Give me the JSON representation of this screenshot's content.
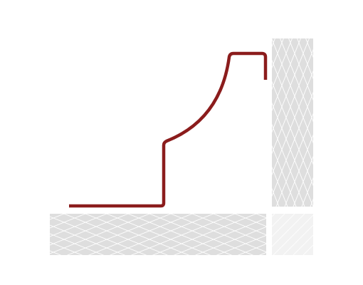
{
  "diagram": {
    "description_text": "",
    "colors": {
      "profile_stroke": "#8b1c1c",
      "hatch_fill": "#dedede",
      "hatch_fill_light": "#f2f2f2",
      "hatch_line": "#ffffff",
      "background": "#ffffff"
    },
    "elements": {
      "molding_profile": "molding-profile",
      "wall_block": "hatched-wall",
      "floor_block": "hatched-floor",
      "corner_block": "hatched-corner"
    }
  }
}
